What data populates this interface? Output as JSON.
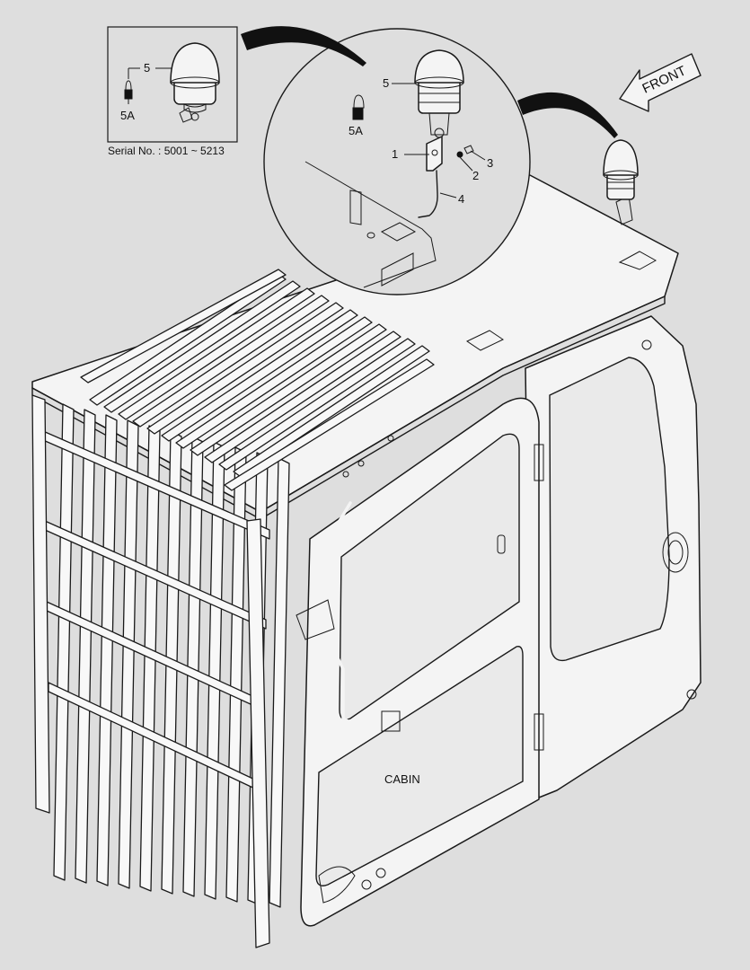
{
  "inset": {
    "serial_text": "Serial No. : 5001 ~ 5213",
    "labels": {
      "beacon": "5",
      "bulb": "5A"
    }
  },
  "detail": {
    "labels": {
      "beacon": "5",
      "bulb": "5A",
      "bracket": "1",
      "washer": "2",
      "bolt": "3",
      "harness": "4"
    }
  },
  "main": {
    "front_label": "FRONT",
    "cabin_label": "CABIN"
  },
  "colors": {
    "background": "#dedede",
    "line": "#1a1a1a",
    "callout_arrow": "#111111"
  }
}
